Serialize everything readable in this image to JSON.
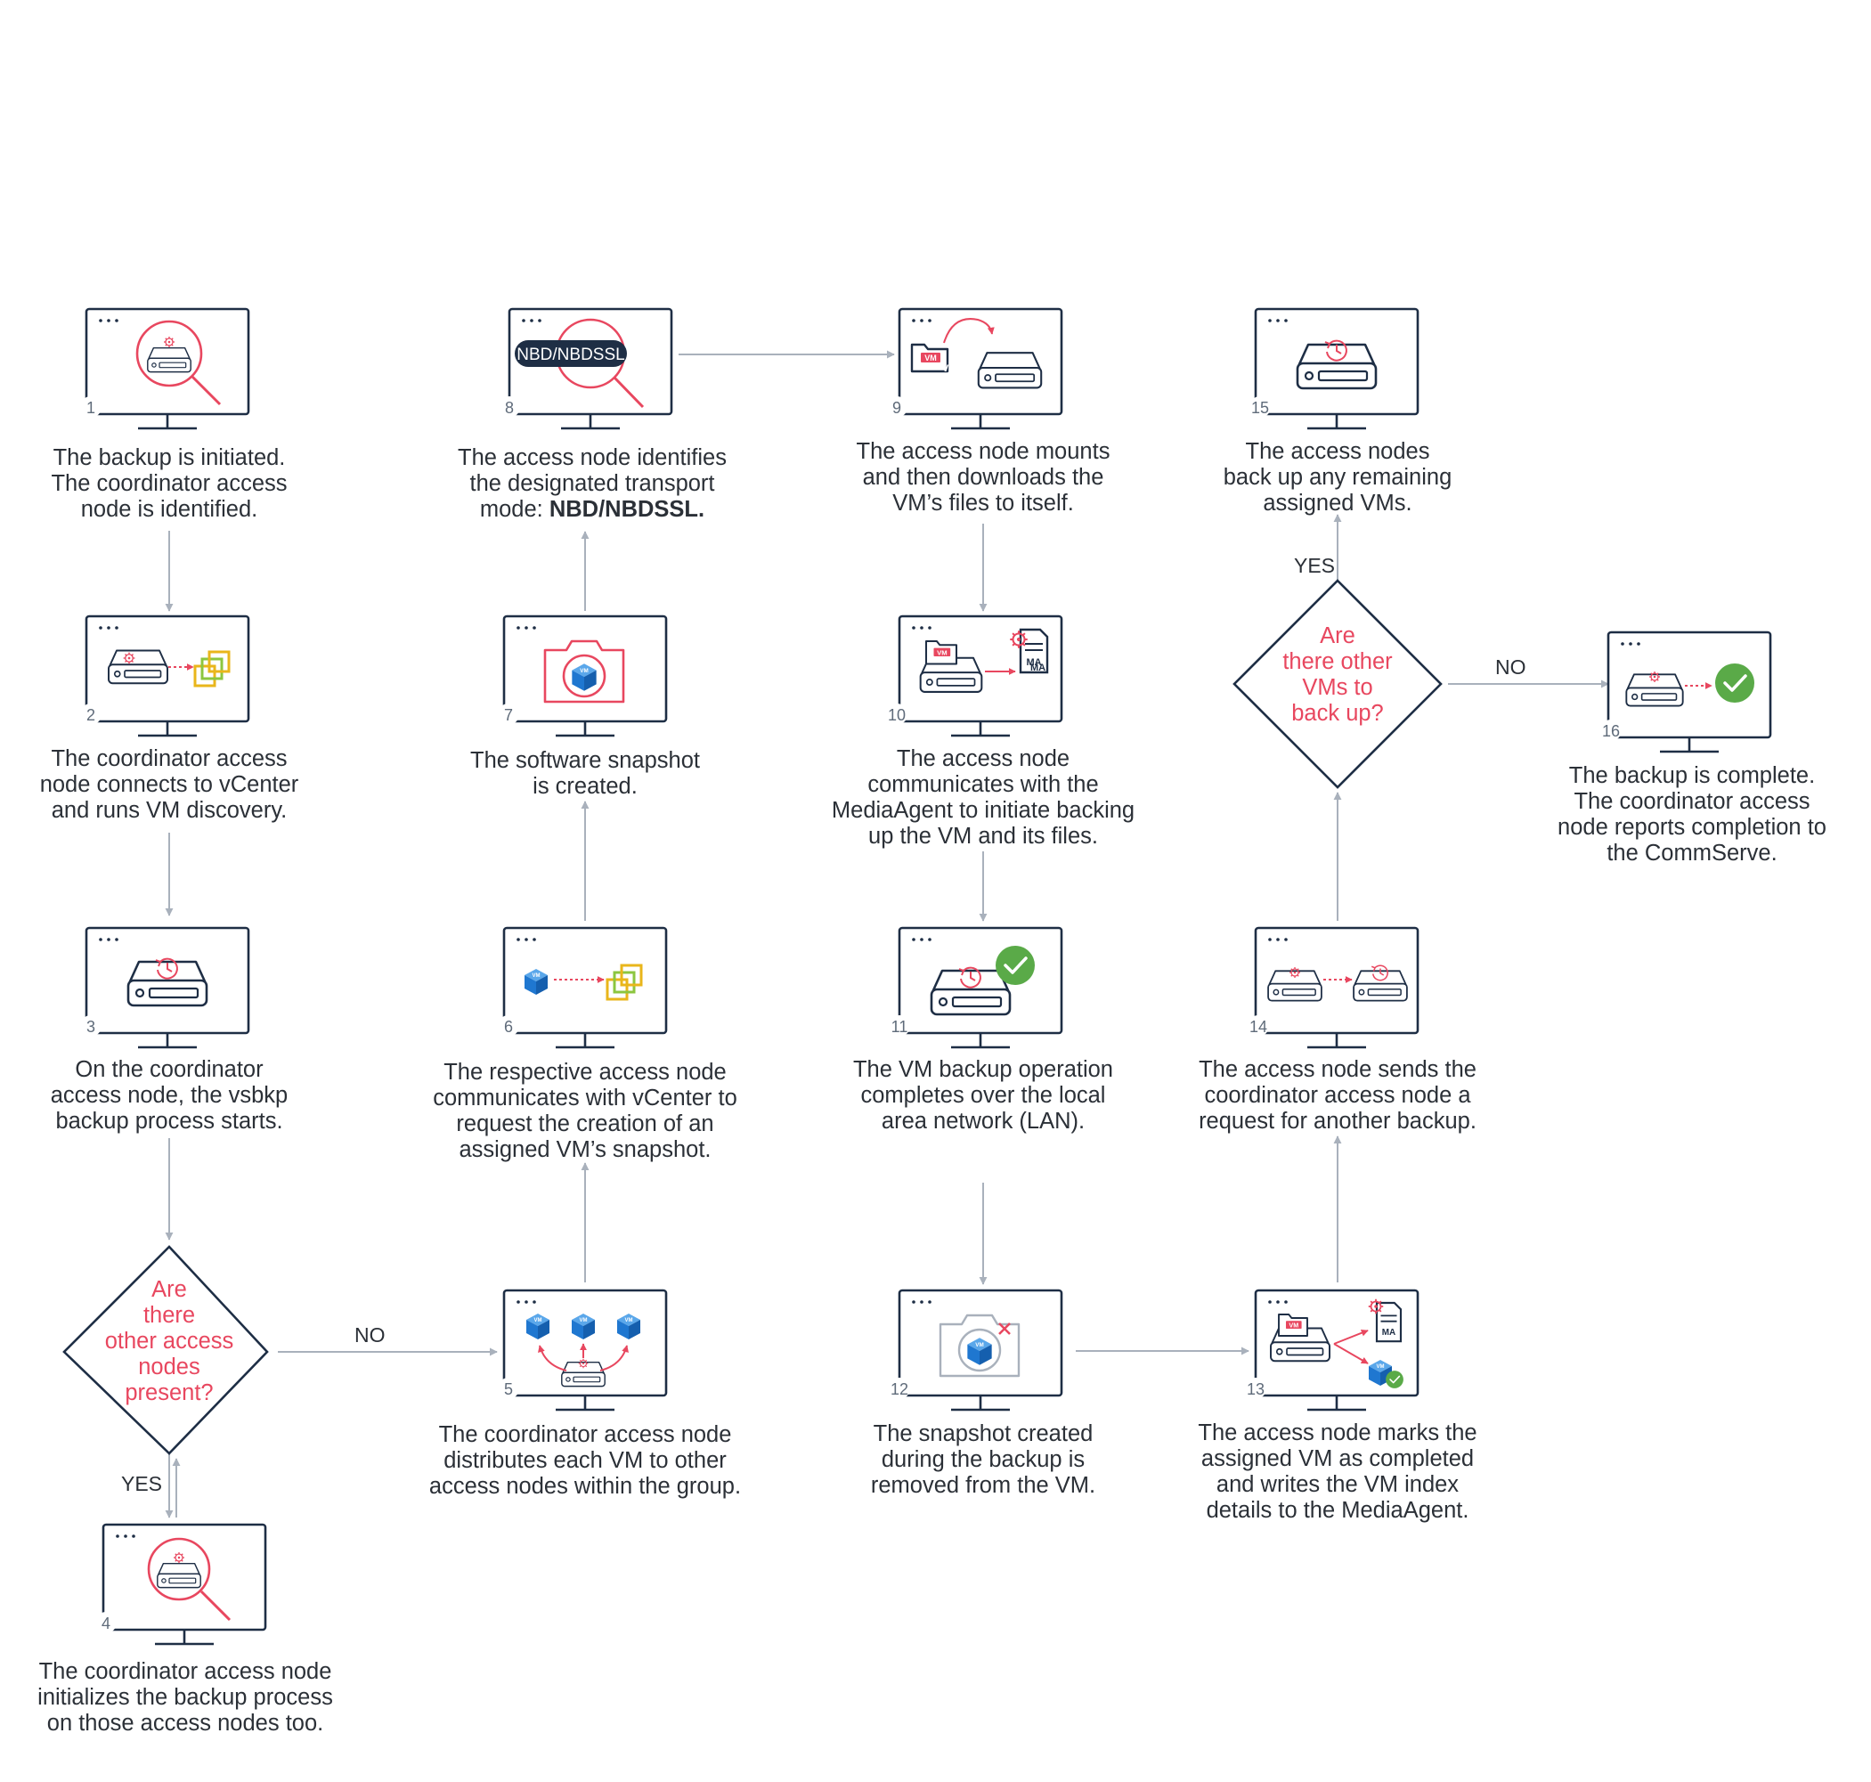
{
  "colors": {
    "navy": "#1e2e45",
    "pink": "#e8475f",
    "gray_arrow": "#a9b1bc",
    "blue_cube": "#1f77d0",
    "green": "#5aaa48",
    "vcenter_yellow": "#e9b61b",
    "vcenter_green": "#8cc63f"
  },
  "steps": [
    {
      "number": "1",
      "icon": "magnify-disk-icon",
      "lines": [
        "The backup is initiated.",
        "The coordinator access",
        "node is identified."
      ]
    },
    {
      "number": "2",
      "icon": "disk-to-vcenter-icon",
      "lines": [
        "The coordinator access",
        "node connects to vCenter",
        "and runs VM discovery."
      ]
    },
    {
      "number": "3",
      "icon": "disk-history-icon",
      "lines": [
        "On the coordinator",
        "access node, the vsbkp",
        "backup process starts."
      ]
    },
    {
      "number": "4",
      "icon": "magnify-disk-icon",
      "lines": [
        "The coordinator access node",
        "initializes the backup process",
        "on those access nodes too."
      ]
    },
    {
      "number": "5",
      "icon": "distribute-vms-icon",
      "lines": [
        "The coordinator access node",
        "distributes each VM to other",
        "access nodes within the group."
      ]
    },
    {
      "number": "6",
      "icon": "vm-to-vcenter-icon",
      "lines": [
        "The respective access node",
        "communicates with vCenter to",
        "request the creation of an",
        "assigned VM’s snapshot."
      ]
    },
    {
      "number": "7",
      "icon": "camera-vm-icon",
      "lines": [
        "The software snapshot",
        "is created."
      ]
    },
    {
      "number": "8",
      "icon": "magnify-transport-icon",
      "pill": "NBD/NBDSSL",
      "lines": [
        "The access node identifies",
        "the designated transport"
      ],
      "last_line_prefix": "mode: ",
      "last_line_bold": "NBD/NBDSSL."
    },
    {
      "number": "9",
      "icon": "vm-folder-to-disk-icon",
      "lines": [
        "The access node mounts",
        "and then downloads the",
        "VM’s files to itself."
      ]
    },
    {
      "number": "10",
      "icon": "disk-to-mediaagent-icon",
      "lines": [
        "The access node",
        "communicates with the",
        "MediaAgent to initiate backing",
        "up the VM and its files."
      ]
    },
    {
      "number": "11",
      "icon": "disk-check-icon",
      "lines": [
        "The VM backup operation",
        "completes over the local",
        "area network (LAN)."
      ]
    },
    {
      "number": "12",
      "icon": "camera-removed-icon",
      "lines": [
        "The snapshot created",
        "during the backup is",
        "removed from the VM."
      ]
    },
    {
      "number": "13",
      "icon": "disk-mark-complete-icon",
      "lines": [
        "The access node marks the",
        "assigned VM as completed",
        "and writes the VM index",
        "details to the MediaAgent."
      ]
    },
    {
      "number": "14",
      "icon": "disk-to-disk-icon",
      "lines": [
        "The access node sends the",
        "coordinator access node a",
        "request for another backup."
      ]
    },
    {
      "number": "15",
      "icon": "disk-history-icon",
      "lines": [
        "The access nodes",
        "back up any remaining",
        "assigned VMs."
      ]
    },
    {
      "number": "16",
      "icon": "disk-complete-icon",
      "lines": [
        "The backup is complete.",
        "The coordinator access",
        "node reports completion to",
        "the CommServe."
      ]
    }
  ],
  "decisions": [
    {
      "id": "other-access-nodes",
      "lines": [
        "Are",
        "there",
        "other access",
        "nodes",
        "present?"
      ],
      "yes_label": "YES",
      "no_label": "NO"
    },
    {
      "id": "other-vms",
      "lines": [
        "Are",
        "there other",
        "VMs to",
        "back up?"
      ],
      "yes_label": "YES",
      "no_label": "NO"
    }
  ],
  "icon_text": {
    "vm": "VM",
    "ma": "MA"
  }
}
